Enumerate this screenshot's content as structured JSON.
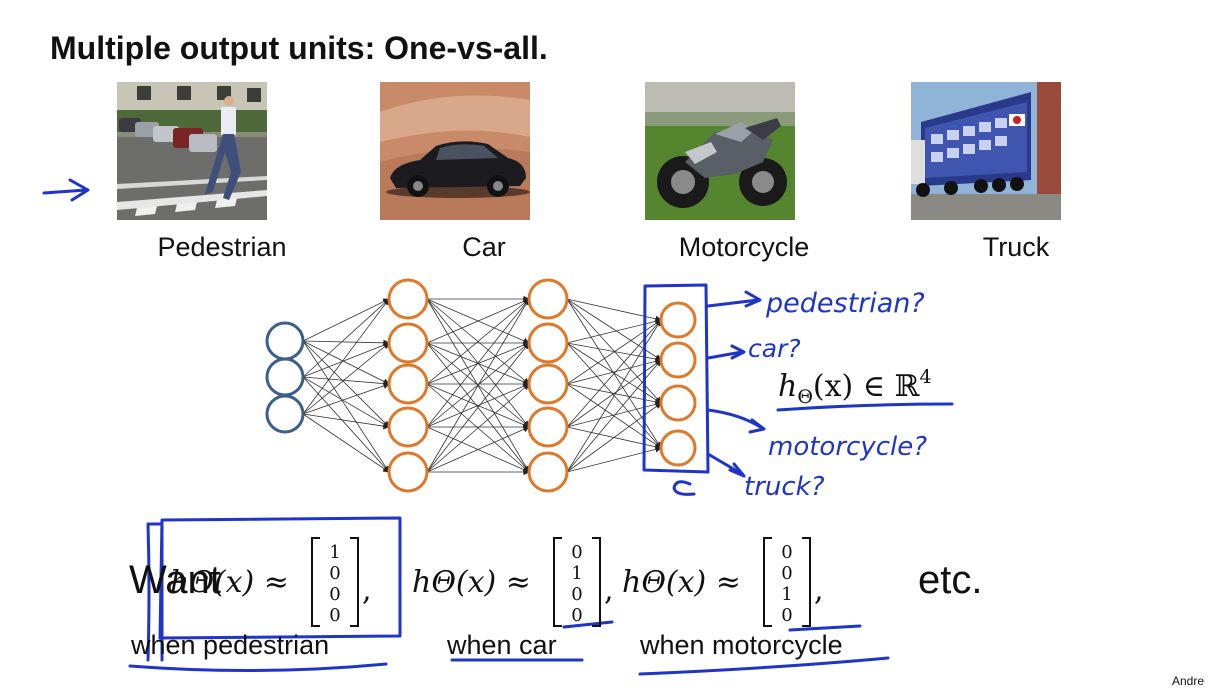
{
  "title": "Multiple output units: One-vs-all.",
  "images": [
    {
      "caption": "Pedestrian",
      "icon": "pedestrian-photo"
    },
    {
      "caption": "Car",
      "icon": "car-photo"
    },
    {
      "caption": "Motorcycle",
      "icon": "motorcycle-photo"
    },
    {
      "caption": "Truck",
      "icon": "truck-photo"
    }
  ],
  "network": {
    "layers": [
      3,
      5,
      5,
      4
    ],
    "input_color": "#3c5f8a",
    "hidden_color": "#e0782a",
    "annotation_color": "#1f35c9"
  },
  "annotations": {
    "outputs": [
      "pedestrian?",
      "car?",
      "motorcycle?",
      "truck?"
    ],
    "hypothesis": {
      "h": "h",
      "sub": "Θ",
      "rest": "(x) ∈ ℝ",
      "sup": "4"
    }
  },
  "want": {
    "label": "Want",
    "vectors": [
      {
        "lhs": "hΘ(x) ≈",
        "values": [
          "1",
          "0",
          "0",
          "0"
        ],
        "trail": ","
      },
      {
        "lhs": "hΘ(x) ≈",
        "values": [
          "0",
          "1",
          "0",
          "0"
        ],
        "trail": ","
      },
      {
        "lhs": "hΘ(x) ≈",
        "values": [
          "0",
          "0",
          "1",
          "0"
        ],
        "trail": ","
      }
    ],
    "etc": "etc.",
    "conditions": [
      "when pedestrian",
      "when car",
      "when motorcycle"
    ]
  },
  "author": "Andre"
}
